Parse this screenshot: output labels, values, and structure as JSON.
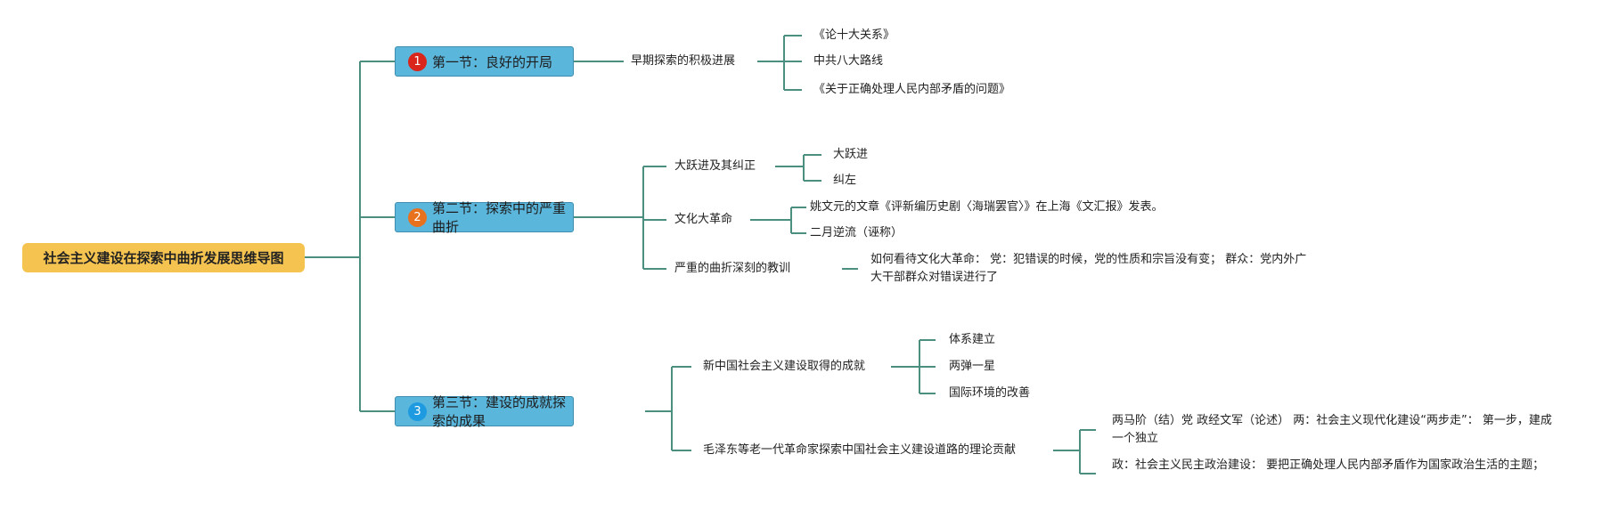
{
  "root": "社会主义建设在探索中曲折发展思维导图",
  "sections": [
    {
      "num": "1",
      "badge_color": "#d9251c",
      "title": "第一节：良好的开局"
    },
    {
      "num": "2",
      "badge_color": "#e8711e",
      "title": "第二节：探索中的严重曲折"
    },
    {
      "num": "3",
      "badge_color": "#1d9ae0",
      "title": "第三节：建设的成就探索的成果"
    }
  ],
  "s1": {
    "topic": "早期探索的积极进展",
    "items": [
      "《论十大关系》",
      "中共八大路线",
      "《关于正确处理人民内部矛盾的问题》"
    ]
  },
  "s2": {
    "t1": "大跃进及其纠正",
    "t1_items": [
      "大跃进",
      "纠左"
    ],
    "t2": "文化大革命",
    "t2_items": [
      "姚文元的文章《评新编历史剧〈海瑞罢官〉》在上海《文汇报》发表。",
      "二月逆流（诬称）"
    ],
    "t3": "严重的曲折深刻的教训",
    "t3_note": "如何看待文化大革命： 党：犯错误的时候，党的性质和宗旨没有变； 群众：党内外广大干部群众对错误进行了"
  },
  "s3": {
    "t1": "新中国社会主义建设取得的成就",
    "t1_items": [
      "体系建立",
      "两弹一星",
      "国际环境的改善"
    ],
    "t2": "毛泽东等老一代革命家探索中国社会主义建设道路的理论贡献",
    "t2_items": [
      "两马阶（结）党 政经文军（论述） 两：社会主义现代化建设“两步走”： 第一步，建成一个独立",
      "政：社会主义民主政治建设： 要把正确处理人民内部矛盾作为国家政治生活的主题；"
    ]
  },
  "colors": {
    "line": "#4a8f7f",
    "root": "#f5c34f",
    "section": "#5bb6dc"
  }
}
